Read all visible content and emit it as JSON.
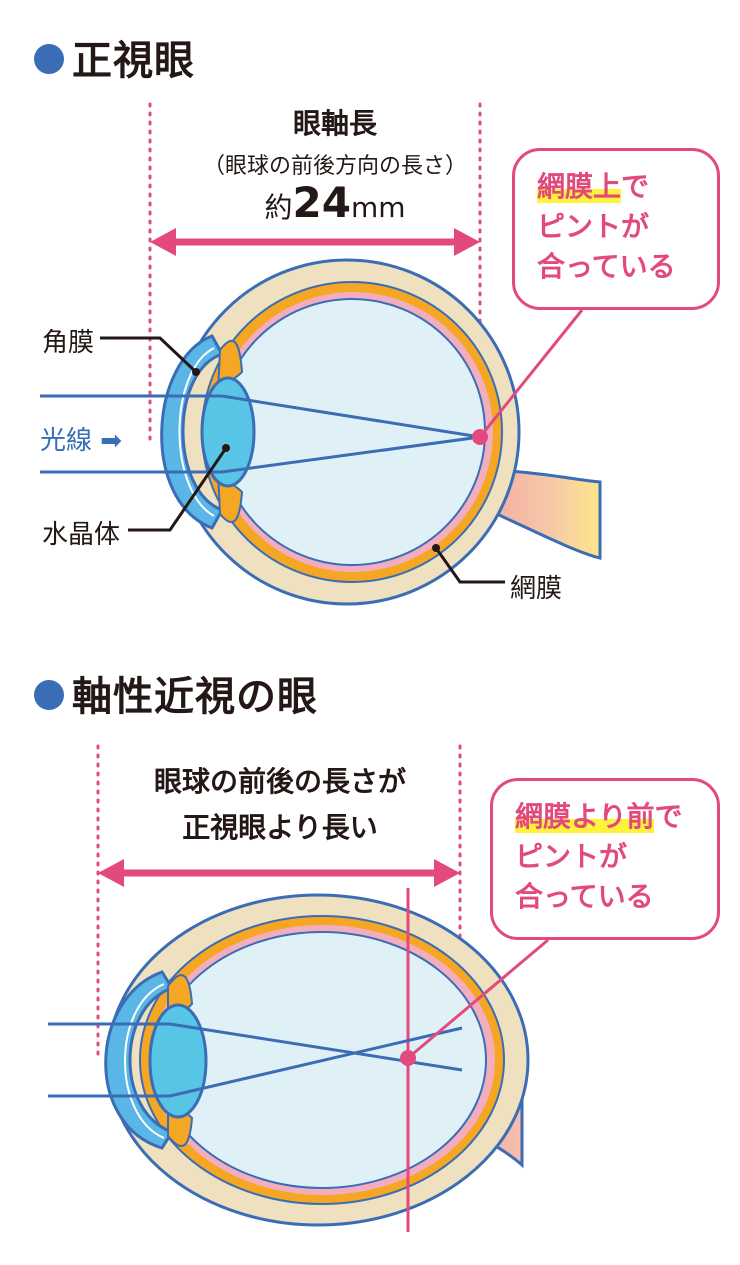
{
  "section1": {
    "title": "正視眼",
    "axial_title": "眼軸長",
    "axial_sub": "（眼球の前後方向の長さ）",
    "axial_value_prefix": "約",
    "axial_value_num": "24",
    "axial_value_unit": "mm",
    "callout": {
      "highlight": "網膜上",
      "rest1": "で",
      "line2": "ピントが",
      "line3": "合っている"
    },
    "labels": {
      "cornea": "角膜",
      "light": "光線",
      "lens": "水晶体",
      "retina": "網膜"
    }
  },
  "section2": {
    "title": "軸性近視の眼",
    "desc_line1": "眼球の前後の長さが",
    "desc_line2": "正視眼より長い",
    "callout": {
      "highlight": "網膜より前",
      "rest1": "で",
      "line2": "ピントが",
      "line3": "合っている"
    }
  },
  "colors": {
    "accent_pink": "#e24a7d",
    "blue": "#3a6db5",
    "highlight": "#fff23a"
  }
}
